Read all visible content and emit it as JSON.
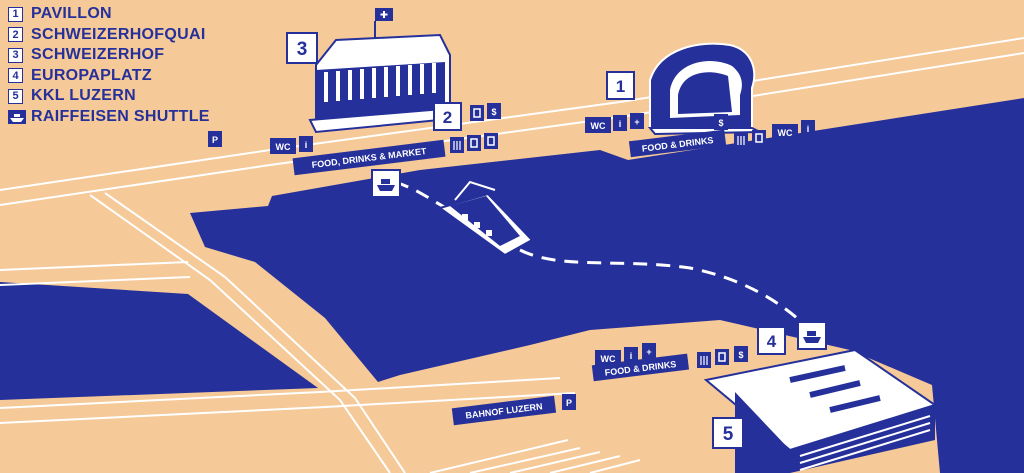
{
  "legend": [
    {
      "num": "1",
      "label": "PAVILLON"
    },
    {
      "num": "2",
      "label": "SCHWEIZERHOFQUAI"
    },
    {
      "num": "3",
      "label": "SCHWEIZERHOF"
    },
    {
      "num": "4",
      "label": "EUROPAPLATZ"
    },
    {
      "num": "5",
      "label": "KKL LUZERN"
    },
    {
      "icon": "boat-icon",
      "label": "RAIFFEISEN SHUTTLE"
    }
  ],
  "markers": {
    "m1": "1",
    "m2": "2",
    "m3": "3",
    "m4": "4",
    "m5": "5"
  },
  "labels": {
    "food_drinks_market": "FOOD, DRINKS & MARKET",
    "food_drinks_1": "FOOD & DRINKS",
    "food_drinks_4": "FOOD & DRINKS",
    "bahnhof": "BAHNOF LUZERN"
  },
  "badges": {
    "wc": "WC",
    "info": "i",
    "parking": "P",
    "money": "$",
    "first_aid": "+"
  },
  "colors": {
    "land": "#f6c998",
    "water": "#25309a",
    "accent": "#ffffff"
  }
}
